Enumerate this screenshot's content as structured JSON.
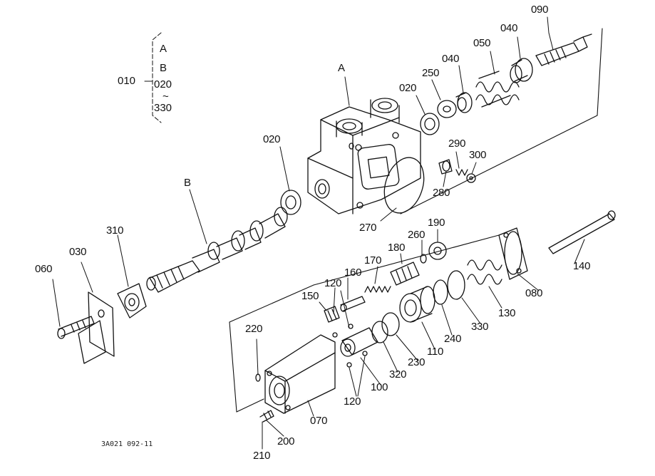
{
  "diagram": {
    "drawing_code": "3A021 092-11",
    "assembly_key": {
      "main": "010",
      "entries": [
        "A",
        "B",
        "020",
        "~",
        "330"
      ]
    },
    "part_labels": [
      {
        "id": "p090",
        "text": "090"
      },
      {
        "id": "p040a",
        "text": "040"
      },
      {
        "id": "p050",
        "text": "050"
      },
      {
        "id": "p040b",
        "text": "040"
      },
      {
        "id": "pA",
        "text": "A"
      },
      {
        "id": "p250",
        "text": "250"
      },
      {
        "id": "p020a",
        "text": "020"
      },
      {
        "id": "p020b",
        "text": "020"
      },
      {
        "id": "p290",
        "text": "290"
      },
      {
        "id": "p300",
        "text": "300"
      },
      {
        "id": "p280",
        "text": "280"
      },
      {
        "id": "p270",
        "text": "270"
      },
      {
        "id": "pB",
        "text": "B"
      },
      {
        "id": "p310",
        "text": "310"
      },
      {
        "id": "p030",
        "text": "030"
      },
      {
        "id": "p060",
        "text": "060"
      },
      {
        "id": "p190",
        "text": "190"
      },
      {
        "id": "p260",
        "text": "260"
      },
      {
        "id": "p180",
        "text": "180"
      },
      {
        "id": "p170",
        "text": "170"
      },
      {
        "id": "p160",
        "text": "160"
      },
      {
        "id": "p120a",
        "text": "120"
      },
      {
        "id": "p150",
        "text": "150"
      },
      {
        "id": "p140",
        "text": "140"
      },
      {
        "id": "p080",
        "text": "080"
      },
      {
        "id": "p130",
        "text": "130"
      },
      {
        "id": "p330",
        "text": "330"
      },
      {
        "id": "p240",
        "text": "240"
      },
      {
        "id": "p110",
        "text": "110"
      },
      {
        "id": "p230",
        "text": "230"
      },
      {
        "id": "p320",
        "text": "320"
      },
      {
        "id": "p100",
        "text": "100"
      },
      {
        "id": "p120b",
        "text": "120"
      },
      {
        "id": "p220",
        "text": "220"
      },
      {
        "id": "p070",
        "text": "070"
      },
      {
        "id": "p200",
        "text": "200"
      },
      {
        "id": "p210",
        "text": "210"
      }
    ]
  }
}
